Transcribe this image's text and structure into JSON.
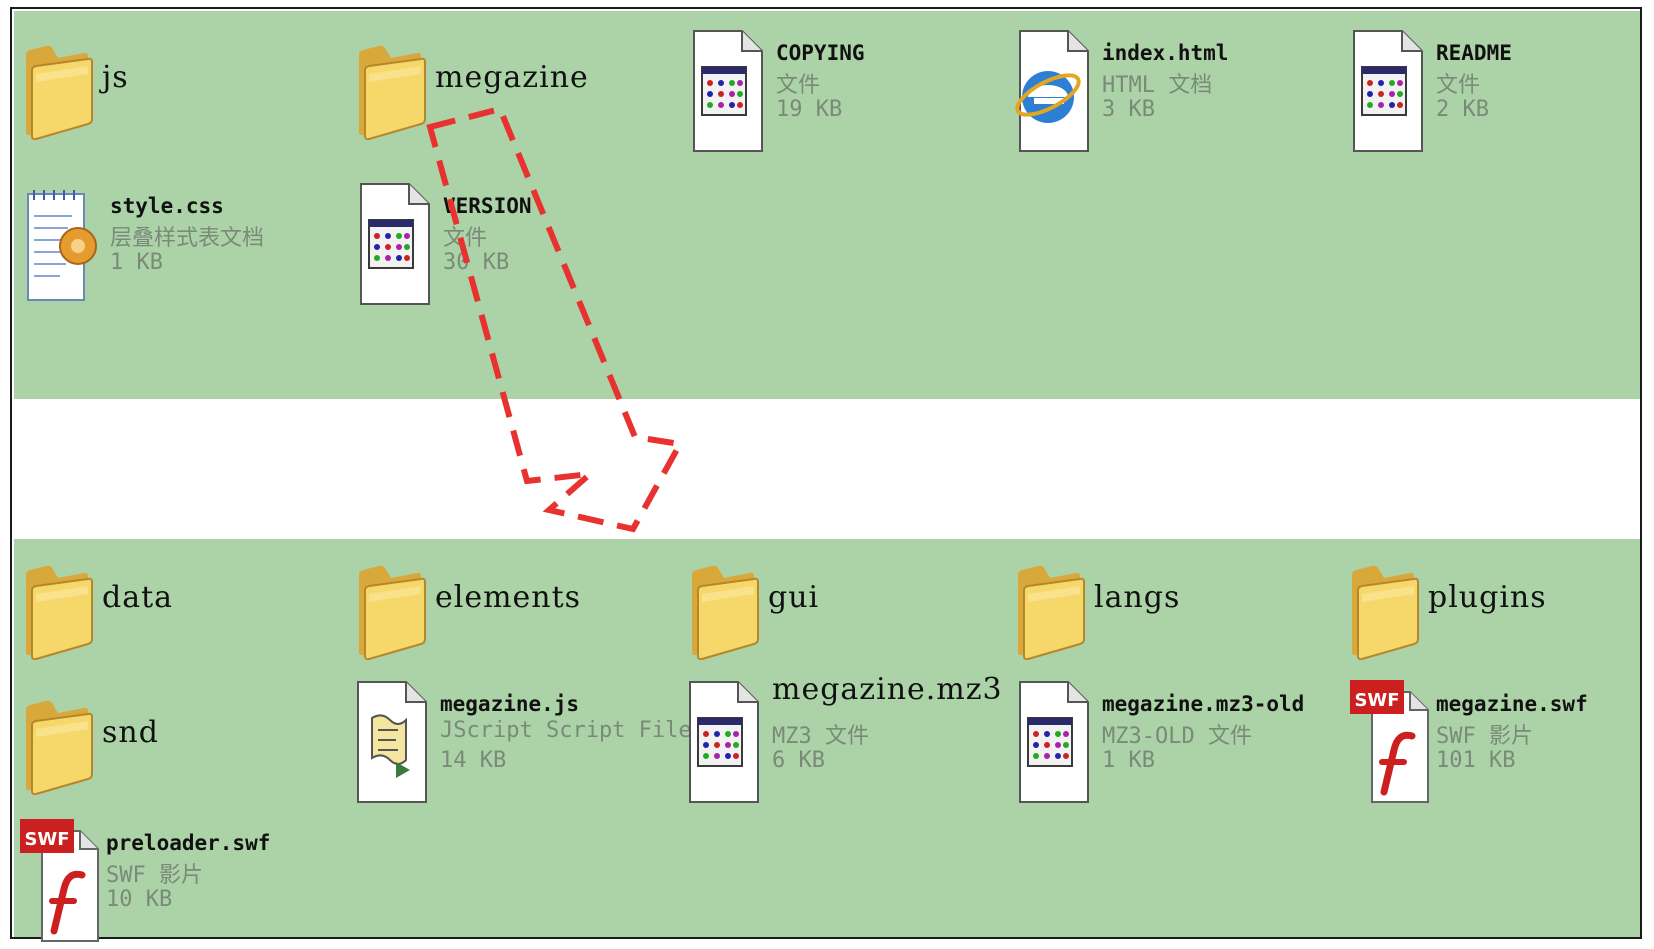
{
  "accent_colors": {
    "panel": "#acd3a8",
    "arrow": "#e8322f",
    "folder": "#f0cc5a"
  },
  "top_items": [
    {
      "kind": "folder",
      "name": "js"
    },
    {
      "kind": "folder",
      "name": "megazine"
    },
    {
      "kind": "file",
      "icon": "generic-file-icon",
      "name": "COPYING",
      "type": "文件",
      "size": "19 KB"
    },
    {
      "kind": "file",
      "icon": "ie-html-icon",
      "name": "index.html",
      "type": "HTML 文档",
      "size": "3 KB"
    },
    {
      "kind": "file",
      "icon": "generic-file-icon",
      "name": "README",
      "type": "文件",
      "size": "2 KB"
    },
    {
      "kind": "file",
      "icon": "css-file-icon",
      "name": "style.css",
      "type": "层叠样式表文档",
      "size": "1 KB"
    },
    {
      "kind": "file",
      "icon": "generic-file-icon",
      "name": "VERSION",
      "type": "文件",
      "size": "30 KB"
    }
  ],
  "bottom_items": [
    {
      "kind": "folder",
      "name": "data"
    },
    {
      "kind": "folder",
      "name": "elements"
    },
    {
      "kind": "folder",
      "name": "gui"
    },
    {
      "kind": "folder",
      "name": "langs"
    },
    {
      "kind": "folder",
      "name": "plugins"
    },
    {
      "kind": "folder",
      "name": "snd"
    },
    {
      "kind": "file",
      "icon": "jscript-file-icon",
      "name": "megazine.js",
      "type": "JScript Script File",
      "size": "14 KB"
    },
    {
      "kind": "file",
      "icon": "generic-file-icon",
      "name": "megazine.mz3",
      "type": "MZ3 文件",
      "size": "6 KB"
    },
    {
      "kind": "file",
      "icon": "generic-file-icon",
      "name": "megazine.mz3-old",
      "type": "MZ3-OLD 文件",
      "size": "1 KB"
    },
    {
      "kind": "file",
      "icon": "swf-file-icon",
      "name": "megazine.swf",
      "type": "SWF 影片",
      "size": "101 KB"
    },
    {
      "kind": "file",
      "icon": "swf-file-icon",
      "name": "preloader.swf",
      "type": "SWF 影片",
      "size": "10 KB"
    }
  ]
}
